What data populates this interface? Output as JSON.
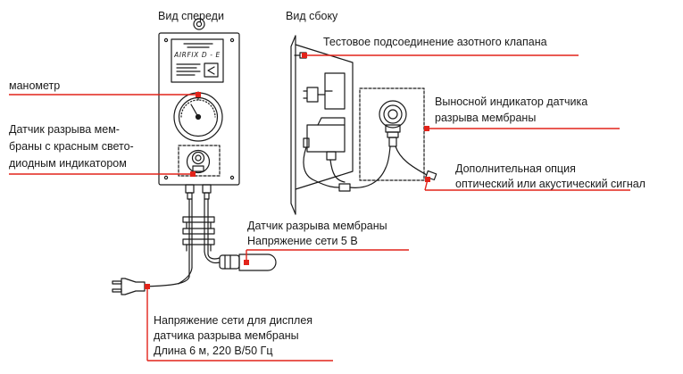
{
  "headers": {
    "front": "Вид спереди",
    "side": "Вид сбоку"
  },
  "device": {
    "brand": "AIRFIX D - E"
  },
  "labels": {
    "test_connection": "Тестовое подсоединение азотного клапана",
    "manometer": "манометр",
    "sensor_led": [
      "Датчик разрыва мем-",
      "браны с красным свето-",
      "диодным индикатором"
    ],
    "remote_indicator": [
      "Выносной индикатор датчика",
      "разрыва мембраны"
    ],
    "option_signal": [
      "Дополнительная опция",
      "оптический или акустический сигнал"
    ],
    "sensor_voltage": [
      "Датчик разрыва мембраны",
      "Напряжение сети 5 В"
    ],
    "mains_display": [
      "Напряжение сети для дисплея",
      "датчика разрыва мембраны",
      "Длина 6 м, 220 В/50 Гц"
    ]
  },
  "colors": {
    "callout": "#e2231a",
    "ink": "#1a1a1a"
  }
}
